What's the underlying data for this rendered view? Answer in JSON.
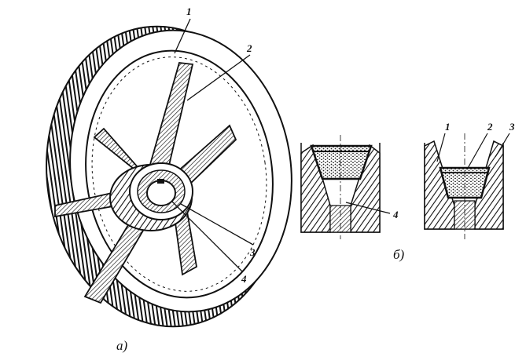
{
  "figure": {
    "left_callouts": [
      "1",
      "2",
      "3",
      "4"
    ],
    "caption_a": "а)",
    "section1_callouts": [
      "4"
    ],
    "section2_callouts": [
      "1",
      "2",
      "3"
    ],
    "caption_b": "б)"
  },
  "colors": {
    "ink": "#111111",
    "paper": "#ffffff"
  }
}
